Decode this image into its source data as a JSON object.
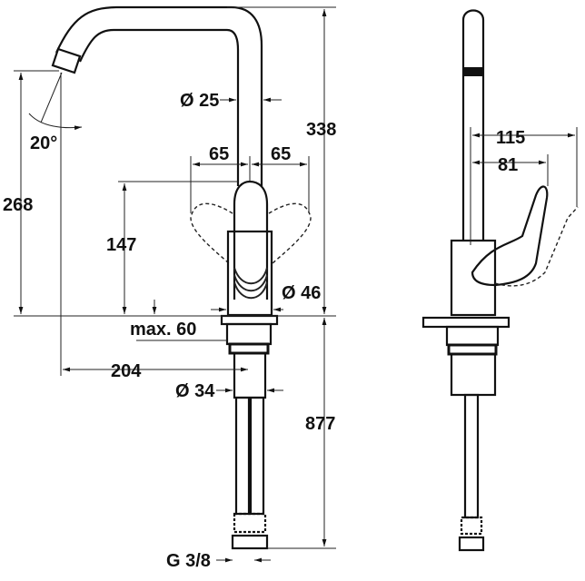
{
  "drawing": {
    "front_view": {
      "height_total": "338",
      "spout_diameter": "Ø 25",
      "spout_angle": "20°",
      "lever_left": "65",
      "lever_right": "65",
      "outlet_height": "268",
      "lever_height": "147",
      "body_diameter": "Ø 46",
      "max_deck_thickness": "max. 60",
      "reach": "204",
      "shank_diameter": "Ø 34",
      "hose_length": "877",
      "connection_thread": "G 3/8"
    },
    "side_view": {
      "lever_reach": "115",
      "lever_offset": "81"
    }
  }
}
